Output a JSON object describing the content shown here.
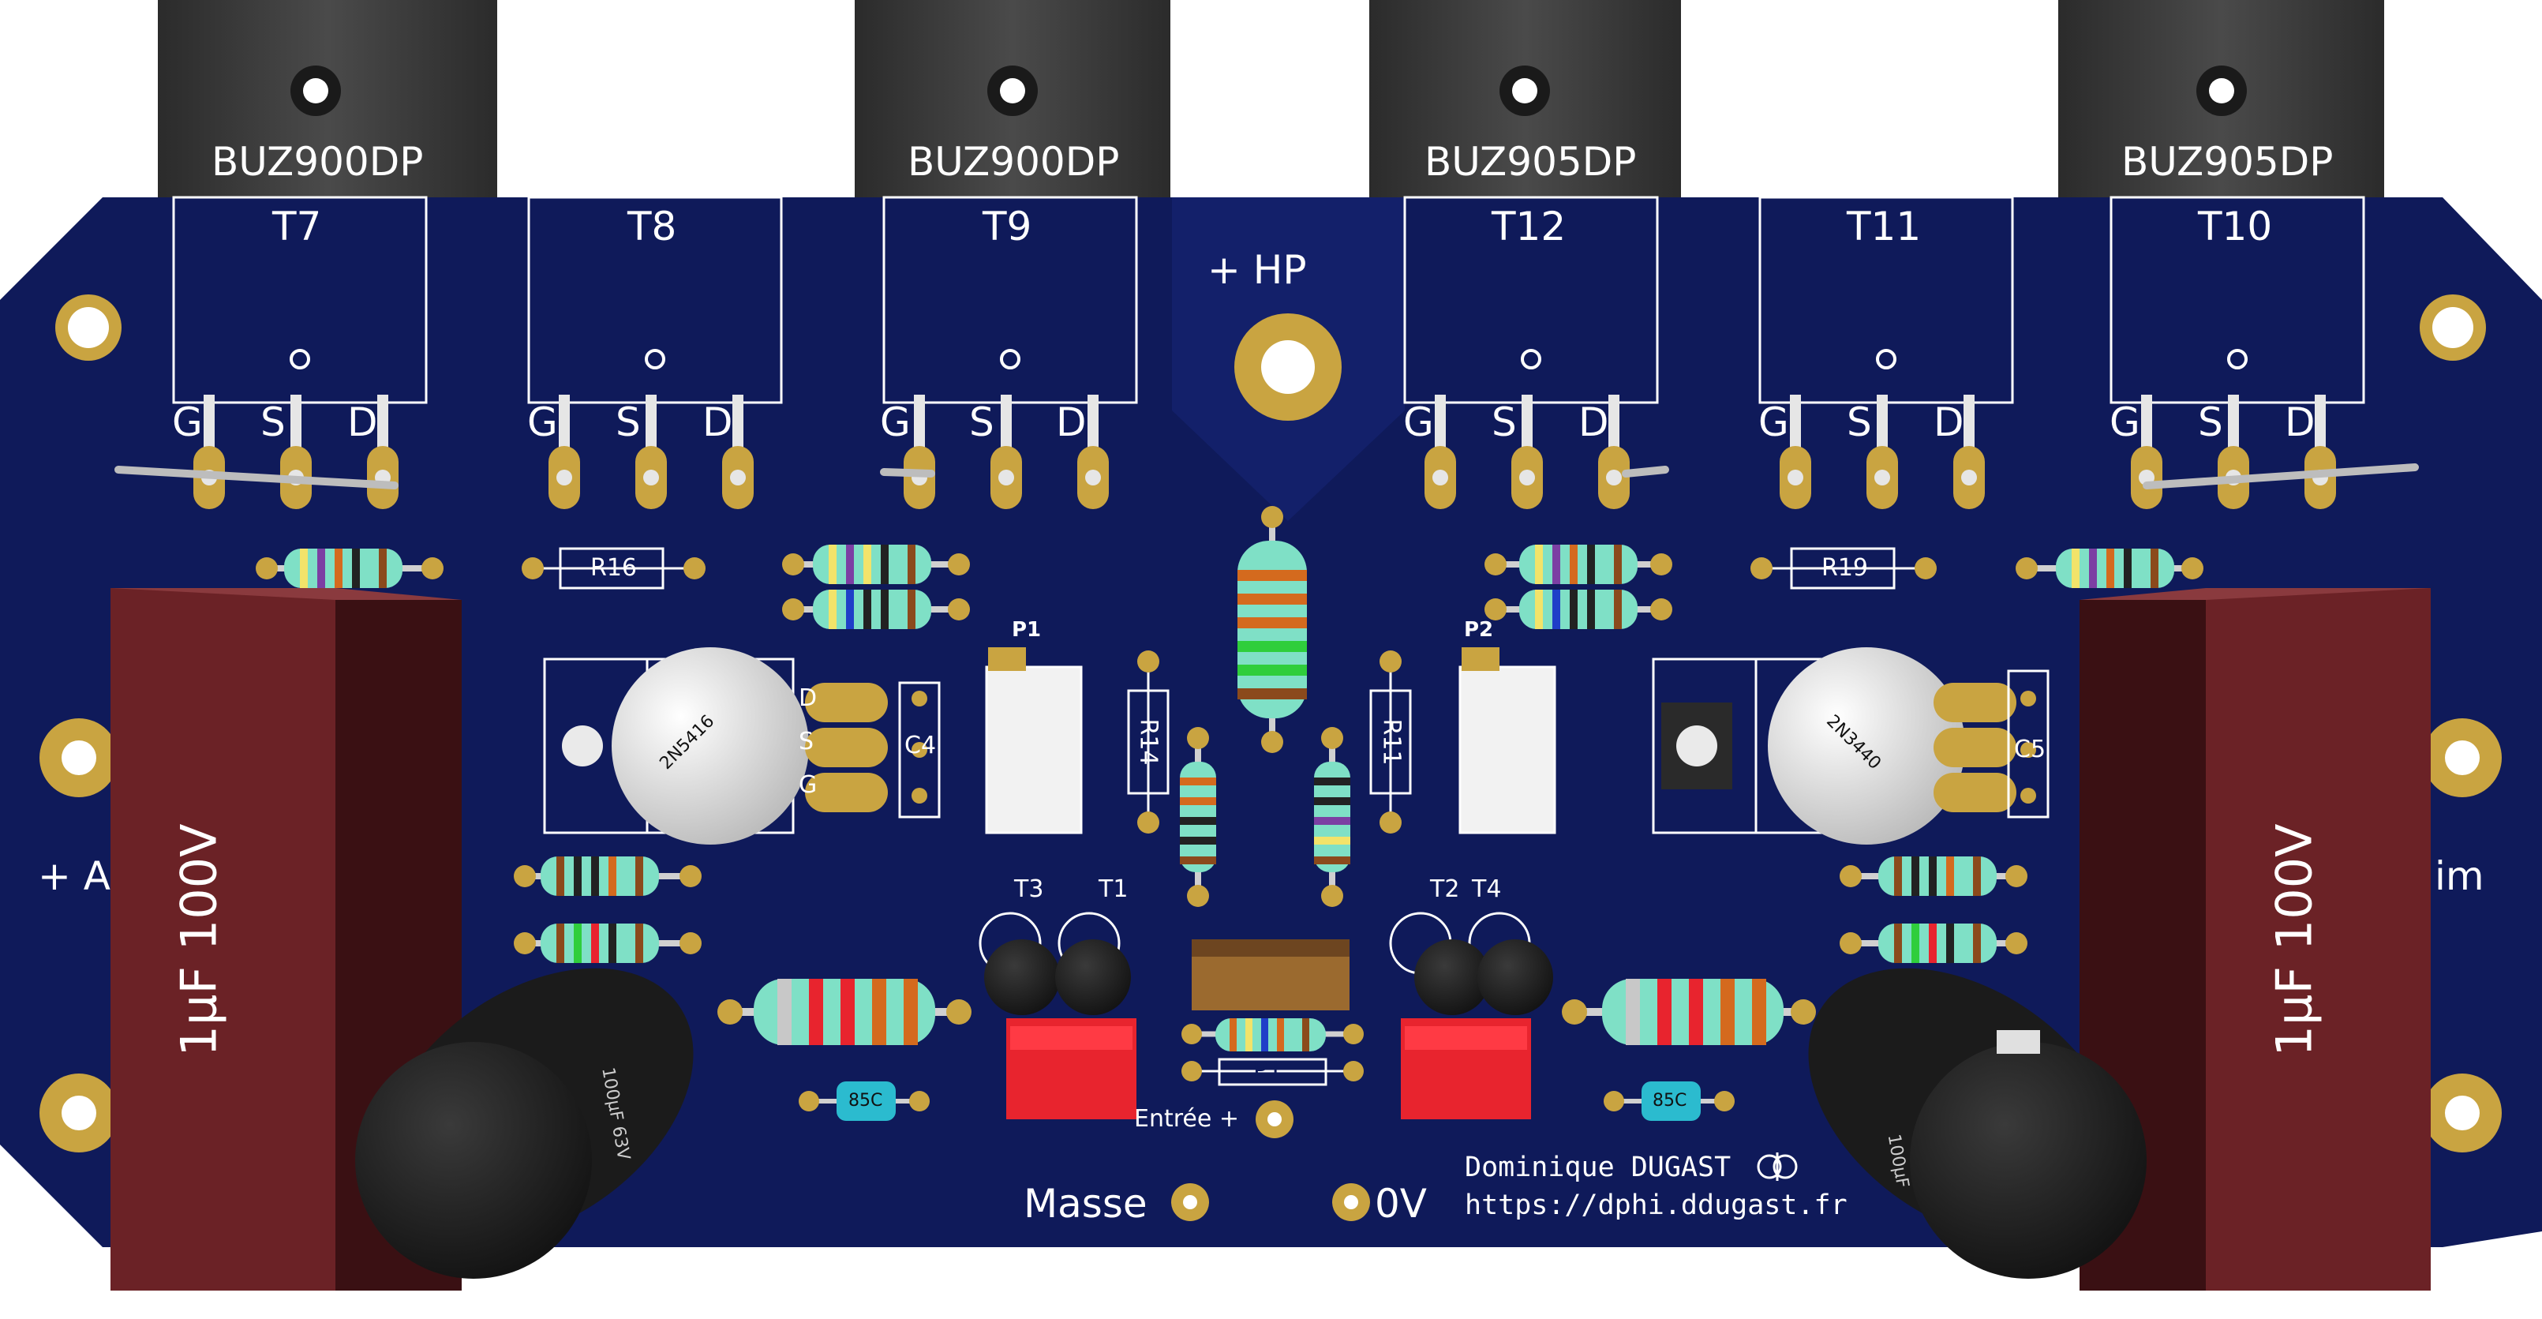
{
  "board": {
    "colors": {
      "pcb": "#0f1a5a",
      "silkscreen": "#ffffff",
      "pad": "#c9a441",
      "heatsink": "#3a3a3a",
      "film_cap": "#6b2226",
      "electrolytic": "#1d1d1d",
      "trimmer_base": "#e8242e"
    },
    "transistors": [
      {
        "ref": "T7",
        "part": "BUZ900DP",
        "pins": [
          "G",
          "S",
          "D"
        ]
      },
      {
        "ref": "T8",
        "part": "",
        "pins": [
          "G",
          "S",
          "D"
        ]
      },
      {
        "ref": "T9",
        "part": "BUZ900DP",
        "pins": [
          "G",
          "S",
          "D"
        ]
      },
      {
        "ref": "T12",
        "part": "BUZ905DP",
        "pins": [
          "G",
          "S",
          "D"
        ]
      },
      {
        "ref": "T11",
        "part": "",
        "pins": [
          "G",
          "S",
          "D"
        ]
      },
      {
        "ref": "T10",
        "part": "BUZ905DP",
        "pins": [
          "G",
          "S",
          "D"
        ]
      }
    ],
    "labels": {
      "hp": "+ HP",
      "r16": "R16",
      "r19": "R19",
      "p1": "P1",
      "p2": "P2",
      "r14": "R14",
      "r11": "R11",
      "jfet_left": "2N5416",
      "jfet_right": "2N3440",
      "c4": "C4",
      "c5": "C5",
      "pin_d": "D",
      "pin_s": "S",
      "pin_g": "G",
      "t3": "T3",
      "t1": "T1",
      "t2": "T2",
      "t4": "T4",
      "p1_lower": "P1",
      "entree": "Entrée +",
      "masse": "Masse",
      "zero_v": "0V",
      "alim_left": "+ A",
      "alim_right": "im",
      "cap_left": "1µF 100V",
      "cap_right": "1µF 100V",
      "elec_left": "100µF 63V",
      "elec_right": "100µF",
      "temp_left": "85C",
      "temp_right": "85C",
      "author": "Dominique DUGAST",
      "url": "https://dphi.ddugast.fr"
    }
  }
}
